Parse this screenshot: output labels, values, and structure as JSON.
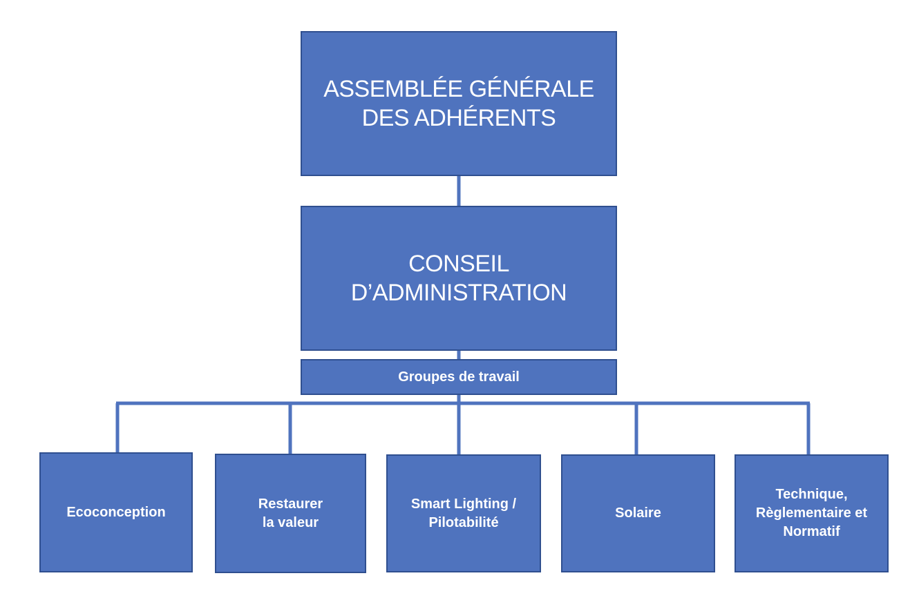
{
  "diagram": {
    "colors": {
      "box_fill": "#4f73be",
      "box_border": "#2f4f8f",
      "connector": "#4f73be",
      "text": "#ffffff",
      "background": "#ffffff"
    },
    "top_box": {
      "label": "ASSEMBLÉE GÉNÉRALE\nDES ADHÉRENTS"
    },
    "middle_box": {
      "label": "CONSEIL D’ADMINISTRATION"
    },
    "band_box": {
      "label": "Groupes de travail"
    },
    "groups": [
      {
        "label": "Ecoconception"
      },
      {
        "label": "Restaurer\nla valeur"
      },
      {
        "label": "Smart Lighting /\nPilotabilité"
      },
      {
        "label": "Solaire"
      },
      {
        "label": "Technique,\nRèglementaire et\nNormatif"
      }
    ]
  }
}
